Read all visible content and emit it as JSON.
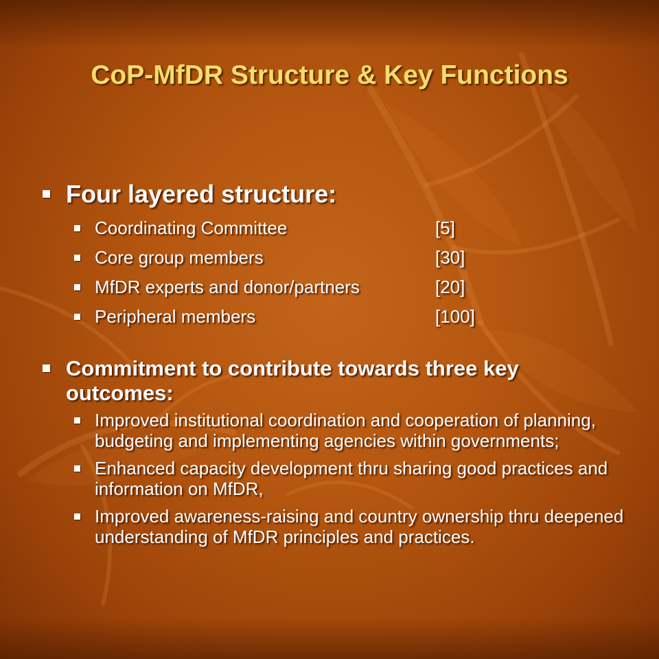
{
  "title": "CoP-MfDR Structure & Key Functions",
  "structure": {
    "heading": "Four layered structure:",
    "items": [
      {
        "name": "Coordinating Committee",
        "count": "[5]"
      },
      {
        "name": "Core group members",
        "count": "[30]"
      },
      {
        "name": "MfDR experts and donor/partners",
        "count": "[20]"
      },
      {
        "name": "Peripheral members",
        "count": "[100]"
      }
    ]
  },
  "commitment": {
    "heading": "Commitment to contribute towards three key outcomes:",
    "items": [
      "Improved institutional coordination and cooperation of planning, budgeting and implementing agencies within governments;",
      "Enhanced capacity development thru sharing good practices and information on MfDR,",
      "Improved awareness-raising and country ownership thru deepened understanding of MfDR principles and practices."
    ]
  },
  "colors": {
    "background": "#b4560f",
    "title": "#f6dc6a",
    "text": "#ffffff"
  }
}
